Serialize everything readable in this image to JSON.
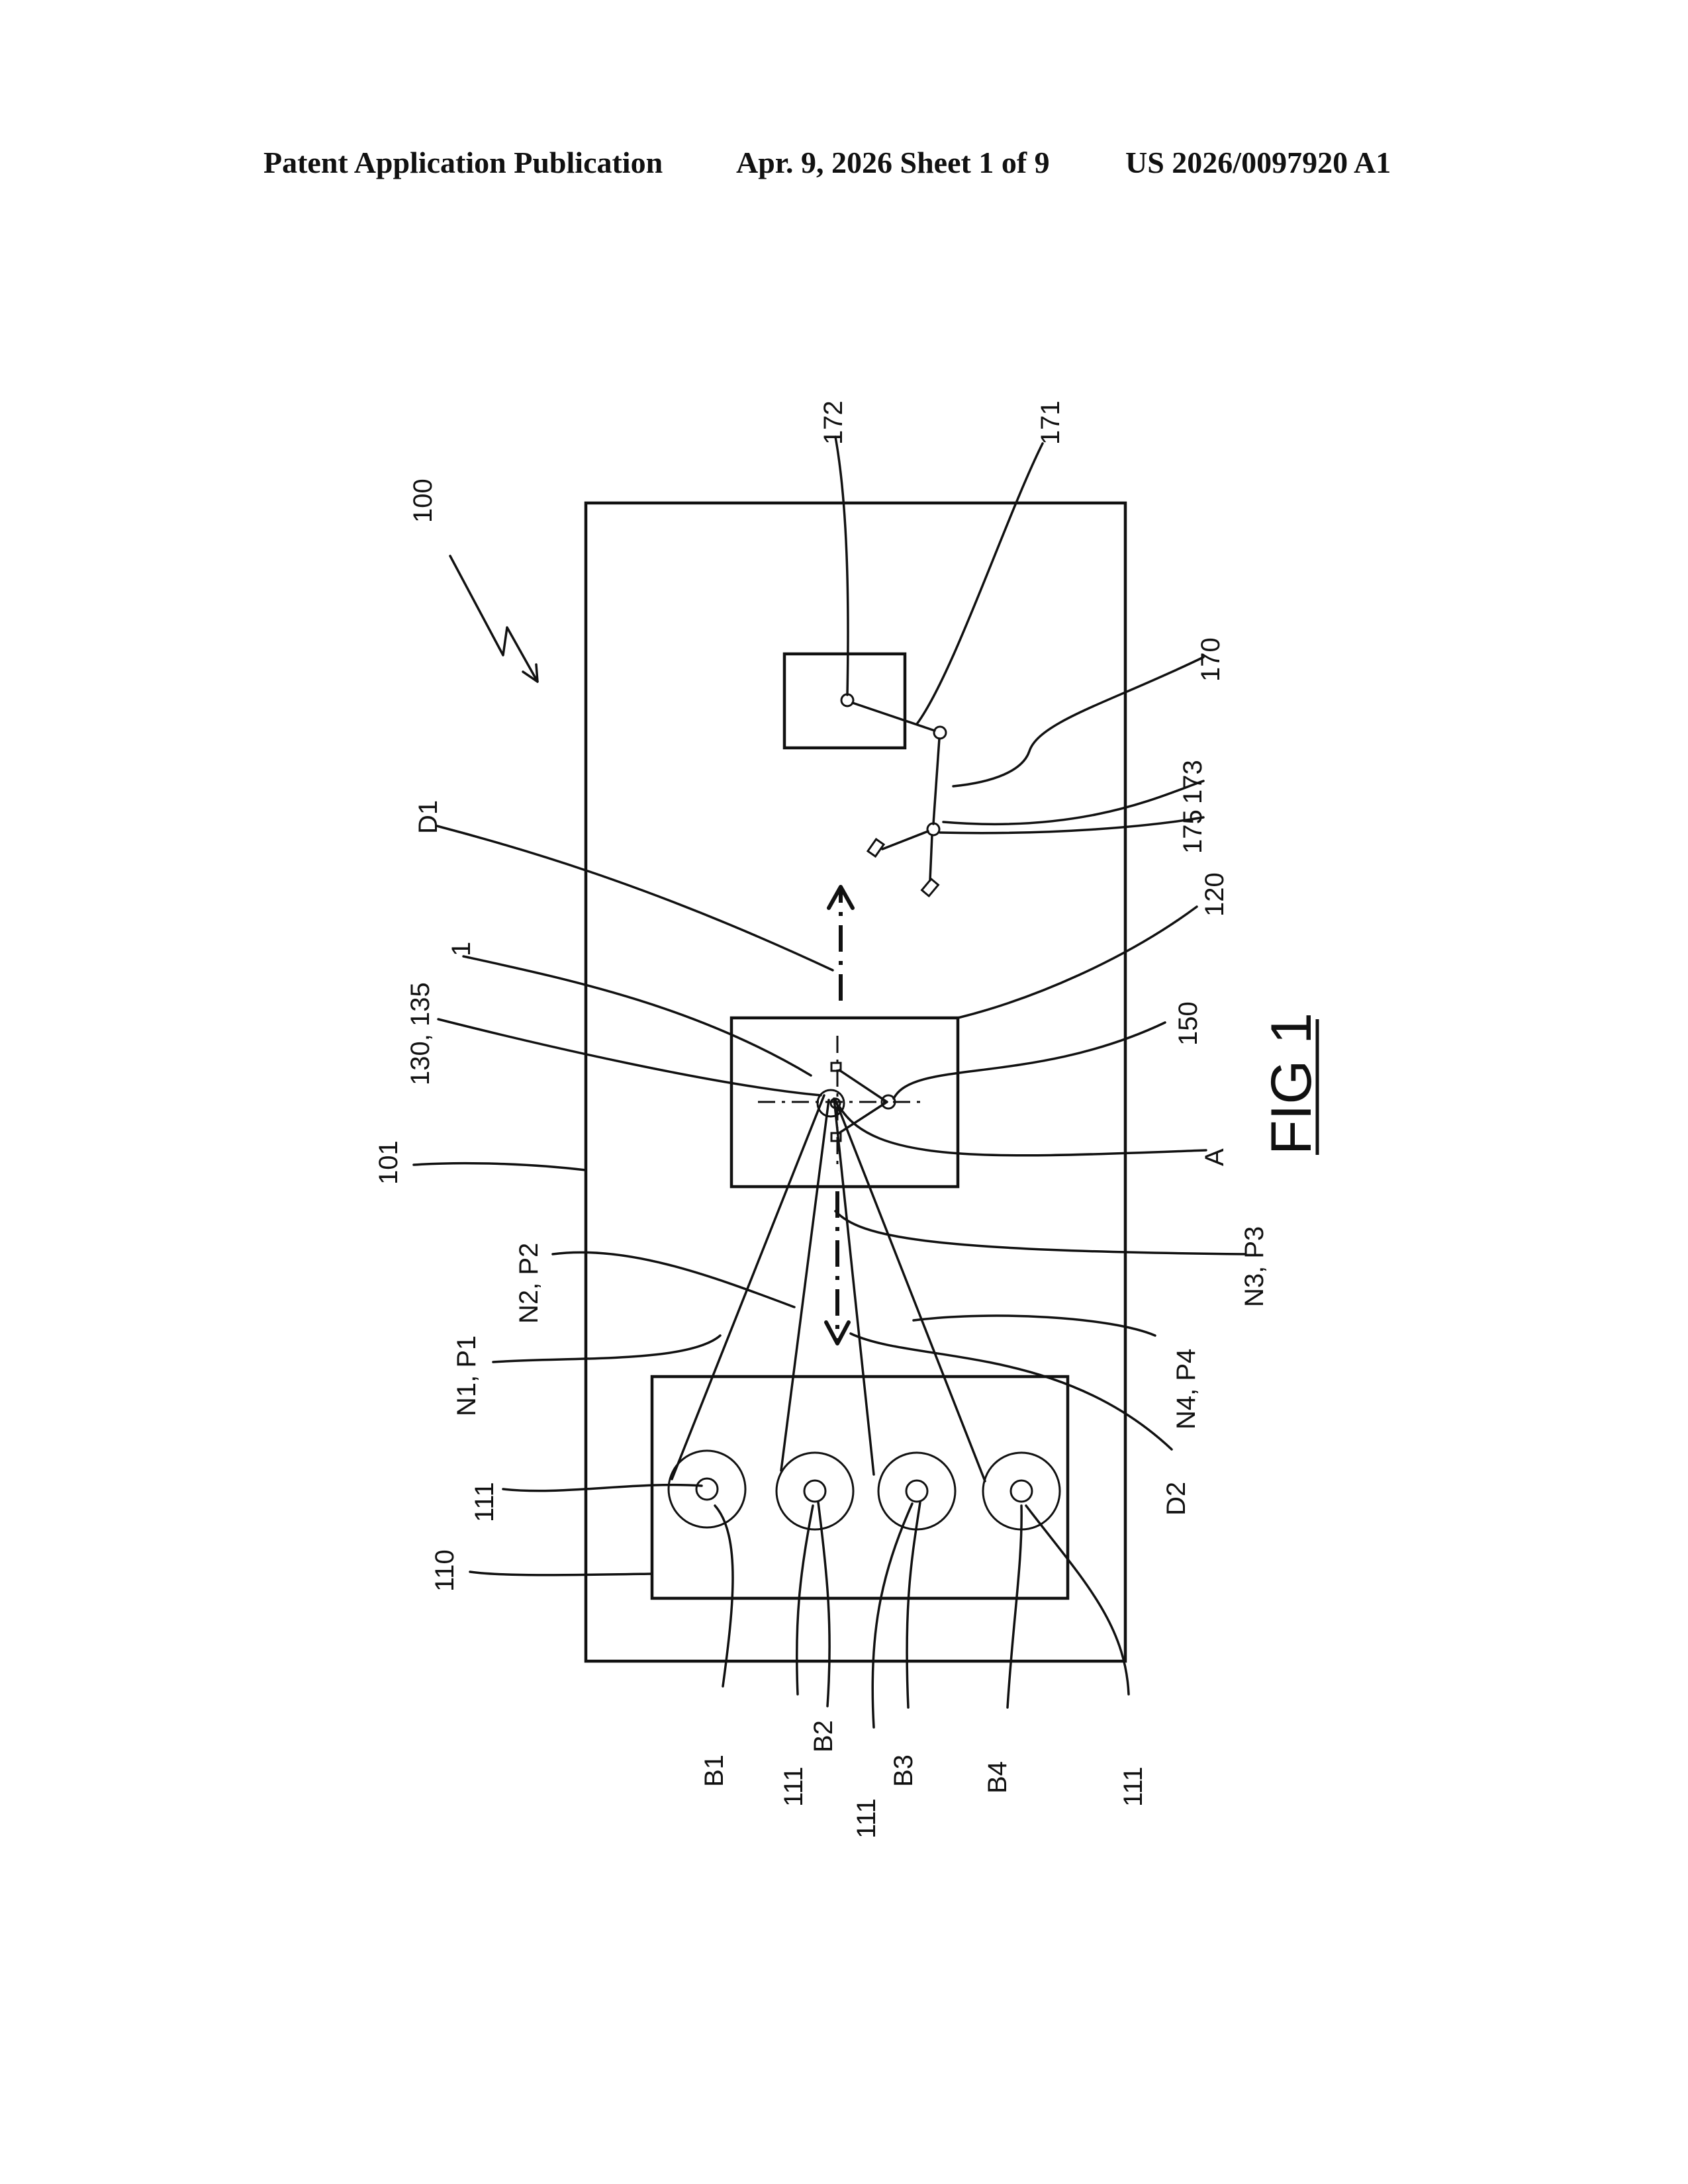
{
  "header": {
    "publication": "Patent Application Publication",
    "date_sheet": "Apr. 9, 2026  Sheet 1 of 9",
    "number": "US 2026/0097920 A1"
  },
  "figure": {
    "caption": "FIG 1",
    "labels": {
      "l100": "100",
      "l101": "101",
      "l110": "110",
      "l111a": "111",
      "l111b": "111",
      "l111c": "111",
      "l111d": "111",
      "lB1": "B1",
      "lB2": "B2",
      "lB3": "B3",
      "lB4": "B4",
      "lN1P1": "N1, P1",
      "lN2P2": "N2, P2",
      "lN3P3": "N3, P3",
      "lN4P4": "N4, P4",
      "lD1": "D1",
      "lD2": "D2",
      "l1": "1",
      "l130": "130, 135",
      "l120": "120",
      "l150": "150",
      "lA": "A",
      "l170": "170",
      "l171": "171",
      "l172": "172",
      "l173": "173",
      "l175": "175"
    }
  }
}
